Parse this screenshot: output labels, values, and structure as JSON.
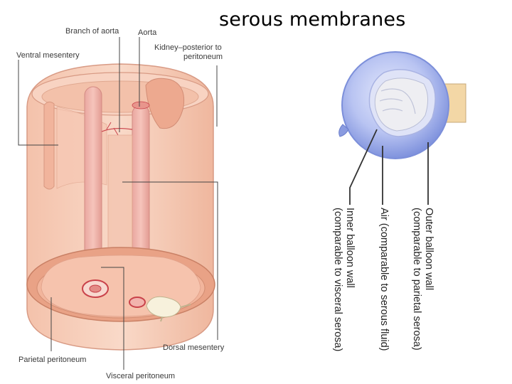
{
  "title": "serous membranes",
  "left_diagram": {
    "labels": {
      "branch_of_aorta": "Branch of aorta",
      "aorta": "Aorta",
      "ventral_mesentery": "Ventral mesentery",
      "kidney_line1": "Kidney–posterior to",
      "kidney_line2": "peritoneum",
      "parietal_peritoneum": "Parietal peritoneum",
      "visceral_peritoneum": "Visceral peritoneum",
      "dorsal_mesentery": "Dorsal mesentery"
    },
    "colors": {
      "tissue": "#f2b9a0",
      "inner": "#f7cdb9",
      "vessel": "#c9424a"
    }
  },
  "right_diagram": {
    "labels": {
      "inner_wall_line1": "Inner balloon wall",
      "inner_wall_line2": "(comparable to visceral serosa)",
      "air_line1": "Air (comparable to serous fluid)",
      "outer_wall_line1": "Outer balloon wall",
      "outer_wall_line2": "(comparable to parietal serosa)"
    },
    "colors": {
      "balloon": "#8a9be0",
      "fist": "#e9e9ee",
      "arm": "#f3d7a6"
    }
  }
}
